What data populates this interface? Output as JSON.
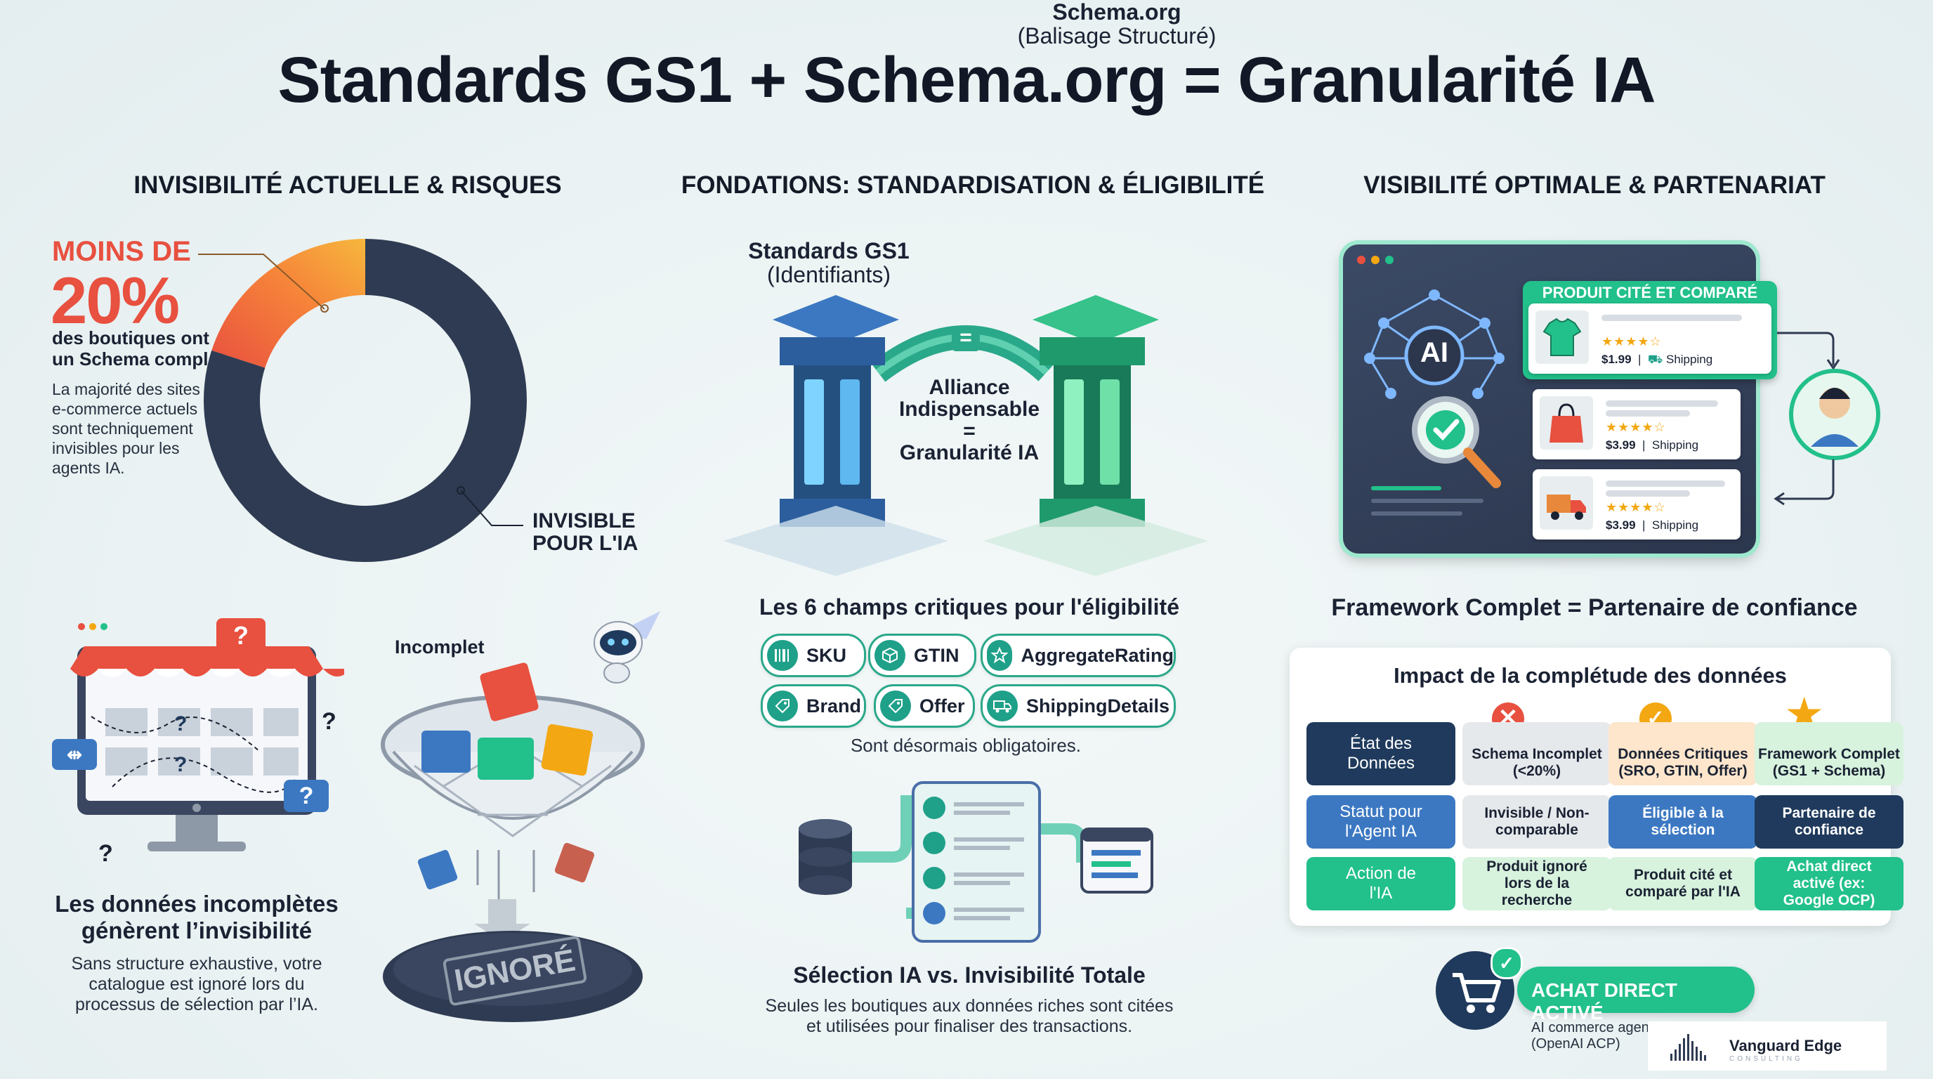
{
  "title": "Standards GS1 + Schema.org = Granularité IA",
  "sections": {
    "left": "INVISIBILITÉ ACTUELLE & RISQUES",
    "middle": "FONDATIONS: STANDARDISATION & ÉLIGIBILITÉ",
    "right": "VISIBILITÉ OPTIMALE & PARTENARIAT"
  },
  "donut": {
    "kicker": "MOINS DE",
    "big": "20%",
    "line1": "des boutiques ont",
    "line2": "un Schema complet",
    "desc": [
      "La majorité des sites",
      "e-commerce actuels",
      "sont techniquement",
      "invisibles pour les",
      "agents IA."
    ],
    "invisible1": "INVISIBLE",
    "invisible2": "POUR L'IA",
    "chart_data": {
      "type": "pie",
      "slices": [
        {
          "value": 20,
          "color": "#f1533f"
        },
        {
          "value": 80,
          "color": "#2f3b52"
        }
      ]
    }
  },
  "store": {
    "question": "?",
    "headline1": "Les données incomplètes",
    "headline2": "génèrent l’invisibilité",
    "desc1": "Sans structure exhaustive, votre",
    "desc2": "catalogue est ignoré lors du",
    "desc3": "processus de sélection par l’IA."
  },
  "funnel": {
    "incomplete": "Incomplet",
    "ignored": "IGNORÉ"
  },
  "pillars": {
    "gs1_title": "Standards GS1",
    "gs1_sub": "(Identifiants)",
    "schema_title": "Schema.org",
    "schema_sub": "(Balisage Structuré)",
    "bridge_eq": "=",
    "alliance1": "Alliance",
    "alliance2": "Indispensable",
    "alliance3": "=",
    "alliance4": "Granularité IA"
  },
  "fields": {
    "title": "Les 6 champs critiques pour l'éligibilité",
    "items": [
      "SKU",
      "GTIN",
      "AggregateRating",
      "Brand",
      "Offer",
      "ShippingDetails"
    ],
    "note": "Sont désormais obligatoires."
  },
  "selection": {
    "title": "Sélection IA vs. Invisibilité Totale",
    "desc1": "Seules les boutiques aux données riches sont citées",
    "desc2": "et utilisées pour finaliser des transactions."
  },
  "dashboard": {
    "ai": "AI",
    "badge": "PRODUIT CITÉ ET COMPARÉ",
    "products": [
      {
        "price": "$1.99",
        "shipping": "Shipping"
      },
      {
        "price": "$3.99",
        "shipping": "Shipping"
      },
      {
        "price": "$3.99",
        "shipping": "Shipping"
      }
    ],
    "caption": "Framework Complet = Partenaire de confiance"
  },
  "impact": {
    "title": "Impact de la complétude des données",
    "rows": [
      [
        "État des Données",
        "Schema Incomplet (<20%)",
        "Données Critiques (SRO, GTIN, Offer)",
        "Framework Complet (GS1 + Schema)"
      ],
      [
        "Statut pour l'Agent IA",
        "Invisible / Non-comparable",
        "Éligible à la sélection",
        "Partenaire de confiance"
      ],
      [
        "Action de l'IA",
        "Produit ignoré lors de la recherche",
        "Produit cité et comparé par l'IA",
        "Achat direct activé (ex: Google OCP)"
      ]
    ],
    "colors": {
      "dark": "#1f3a5c",
      "blue": "#3c78c2",
      "green": "#22c08a",
      "gray": "#e6e9ec",
      "orange": "#fde6cc",
      "lightgreen": "#d7f2dd",
      "lightblue": "#cfe6ee"
    }
  },
  "cta": {
    "label": "ACHAT DIRECT ACTIVÉ",
    "note1": "AI commerce agent (",
    "note2": "(OpenAI ACP)"
  },
  "brand": {
    "name": "Vanguard Edge",
    "tag": "CONSULTING"
  }
}
